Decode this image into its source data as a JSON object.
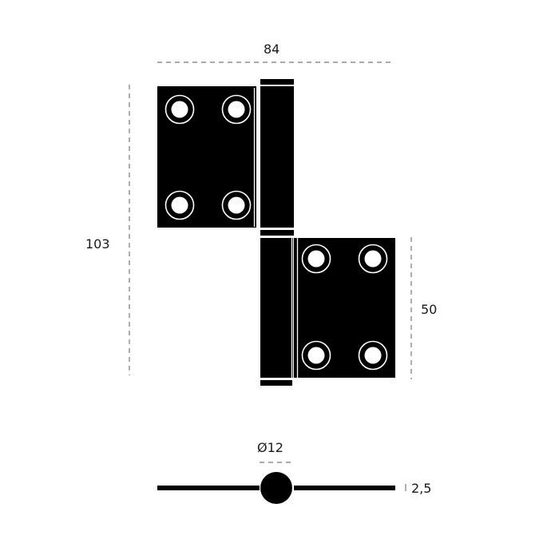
{
  "diagram": {
    "subject": "lift-off hinge technical drawing",
    "colors": {
      "part": "#000000",
      "highlight": "#ffffff",
      "dimension_line": "#777777",
      "label": "#1a1a1a",
      "background": "#ffffff"
    },
    "dimensions": {
      "width": "84",
      "height": "103",
      "leaf_height": "50",
      "pin_diameter": "Ø12",
      "thickness": "2,5"
    },
    "views": {
      "front": {
        "leaves": 2,
        "holes_per_leaf": 4
      },
      "profile": {
        "label": "side profile"
      }
    }
  }
}
